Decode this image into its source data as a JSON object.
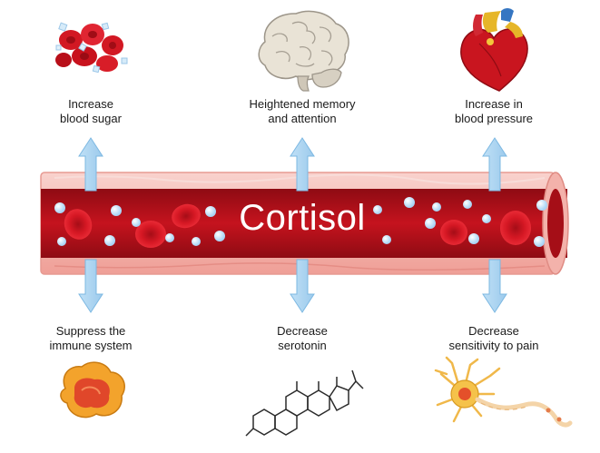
{
  "center_label": "Cortisol",
  "effects_up": [
    {
      "line1": "Increase",
      "line2": "blood sugar",
      "icon": "blood-cells-icon"
    },
    {
      "line1": "Heightened memory",
      "line2": "and attention",
      "icon": "brain-icon"
    },
    {
      "line1": "Increase in",
      "line2": "blood pressure",
      "icon": "heart-icon"
    }
  ],
  "effects_down": [
    {
      "line1": "Suppress the",
      "line2": "immune system",
      "icon": "immune-cell-icon"
    },
    {
      "line1": "Decrease",
      "line2": "serotonin",
      "icon": "steroid-molecule-icon"
    },
    {
      "line1": "Decrease",
      "line2": "sensitivity to pain",
      "icon": "neuron-icon"
    }
  ],
  "colors": {
    "vessel_wall": "#f4b9b3",
    "lumen": "#b3101a",
    "arrow": "#a9d2ef",
    "arrow_stroke": "#7cb8e2",
    "cell": "#c40f1c",
    "bubble": "#cfe8fb"
  }
}
